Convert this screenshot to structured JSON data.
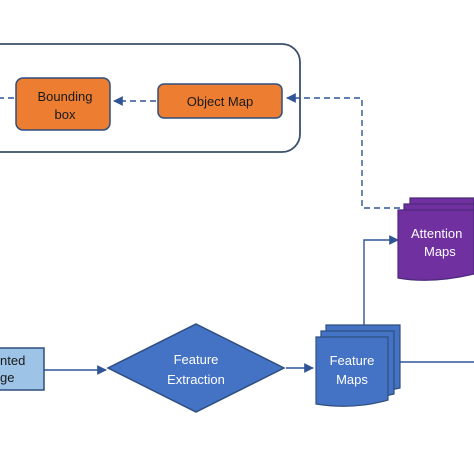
{
  "nodes": {
    "bounding_box": {
      "line1": "Bounding",
      "line2": "box",
      "fill": "#ED7D31"
    },
    "object_map": {
      "label": "Object Map",
      "fill": "#ED7D31"
    },
    "attention_maps": {
      "line1": "Attention",
      "line2": "Maps",
      "fill": "#7030A0"
    },
    "segmented_image": {
      "line1": "nted",
      "line2": "ge",
      "fill": "#9DC3E6"
    },
    "feature_extraction": {
      "line1": "Feature",
      "line2": "Extraction",
      "fill": "#4472C4"
    },
    "feature_maps": {
      "line1": "Feature",
      "line2": "Maps",
      "fill": "#4472C4"
    }
  },
  "colors": {
    "connector": "#2F5597",
    "group_border": "#3B4E6B",
    "node_border": "#2F4F7F",
    "label_dark": "#1a1a1a",
    "label_light": "#ffffff"
  }
}
